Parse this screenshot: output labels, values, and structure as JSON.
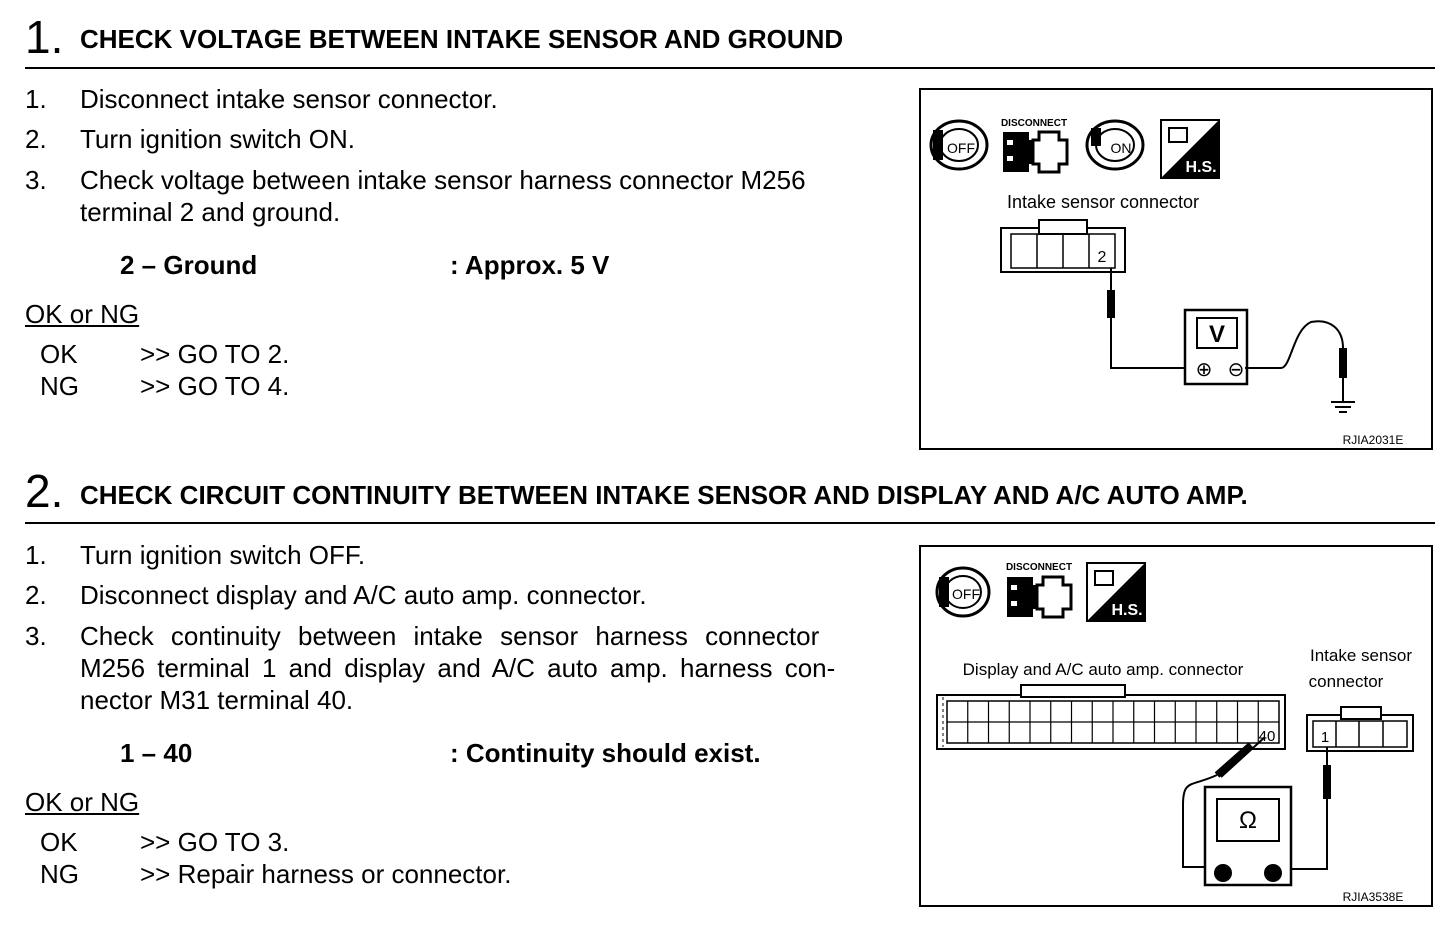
{
  "step1": {
    "number": "1.",
    "title": "CHECK VOLTAGE BETWEEN INTAKE SENSOR AND GROUND",
    "items": [
      {
        "num": "1.",
        "text": "Disconnect intake sensor connector."
      },
      {
        "num": "2.",
        "text": "Turn ignition switch ON."
      },
      {
        "num": "3.",
        "text": "Check voltage between intake sensor harness connector M256",
        "text2": "terminal 2 and ground."
      }
    ],
    "spec_label": "2 – Ground",
    "spec_value": ": Approx. 5 V",
    "okng_head": "OK or NG",
    "ok_label": "OK",
    "ok_action": ">> GO TO 2.",
    "ng_label": "NG",
    "ng_action": ">> GO TO 4.",
    "figure": {
      "disconnect_label": "DISCONNECT",
      "off_label": "OFF",
      "on_label": "ON",
      "hs_label": "H.S.",
      "connector_label": "Intake sensor connector",
      "terminal": "2",
      "meter_label": "V",
      "plus": "⊕",
      "minus": "⊖",
      "figure_code": "RJIA2031E"
    }
  },
  "step2": {
    "number": "2.",
    "title": "CHECK CIRCUIT CONTINUITY BETWEEN INTAKE SENSOR AND DISPLAY AND A/C AUTO AMP.",
    "items": [
      {
        "num": "1.",
        "text": "Turn ignition switch OFF."
      },
      {
        "num": "2.",
        "text": "Disconnect display and A/C auto amp. connector."
      },
      {
        "num": "3.",
        "text": "Check continuity between intake sensor harness connector",
        "text2": "M256 terminal 1 and display and A/C auto amp. harness con-",
        "text3": "nector M31 terminal 40."
      }
    ],
    "spec_label": "1 – 40",
    "spec_value": ": Continuity should exist.",
    "okng_head": "OK or NG",
    "ok_label": "OK",
    "ok_action": ">> GO TO 3.",
    "ng_label": "NG",
    "ng_action": ">> Repair harness or connector.",
    "figure": {
      "disconnect_label": "DISCONNECT",
      "off_label": "OFF",
      "hs_label": "H.S.",
      "amp_connector_label": "Display and A/C auto amp. connector",
      "sensor_label_1": "Intake sensor",
      "sensor_label_2": "connector",
      "terminal_amp": "40",
      "terminal_sensor": "1",
      "meter_label": "Ω",
      "figure_code": "RJIA3538E"
    }
  }
}
